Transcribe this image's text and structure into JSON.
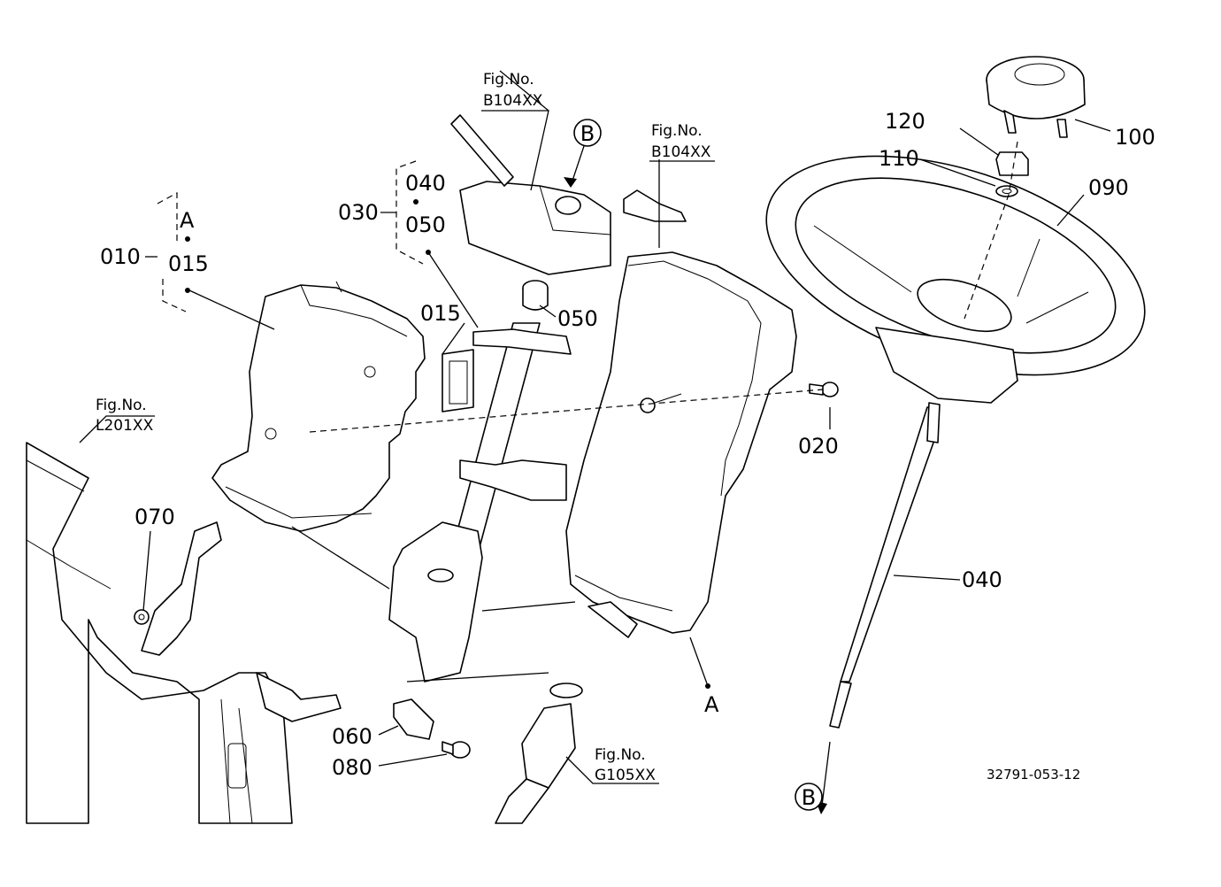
{
  "diagram": {
    "parts": [
      {
        "id": "p010",
        "label": "010"
      },
      {
        "id": "p015",
        "label": "015"
      },
      {
        "id": "p015b",
        "label": "015"
      },
      {
        "id": "p020",
        "label": "020"
      },
      {
        "id": "p030",
        "label": "030"
      },
      {
        "id": "p040a",
        "label": "040"
      },
      {
        "id": "p040b",
        "label": "040"
      },
      {
        "id": "p050a",
        "label": "050"
      },
      {
        "id": "p050b",
        "label": "050"
      },
      {
        "id": "p060",
        "label": "060"
      },
      {
        "id": "p070",
        "label": "070"
      },
      {
        "id": "p080",
        "label": "080"
      },
      {
        "id": "p090",
        "label": "090"
      },
      {
        "id": "p100",
        "label": "100"
      },
      {
        "id": "p110",
        "label": "110"
      },
      {
        "id": "p120",
        "label": "120"
      }
    ],
    "markers": {
      "a_top": "A",
      "a_bottom": "A",
      "b_top": "B",
      "b_bottom": "B"
    },
    "fig_refs": [
      {
        "id": "fig1",
        "caption": "Fig.No.",
        "code": "B104XX"
      },
      {
        "id": "fig2",
        "caption": "Fig.No.",
        "code": "B104XX"
      },
      {
        "id": "fig3",
        "caption": "Fig.No.",
        "code": "L201XX"
      },
      {
        "id": "fig4",
        "caption": "Fig.No.",
        "code": "G105XX"
      }
    ],
    "drawing_number": "32791-053-12"
  }
}
